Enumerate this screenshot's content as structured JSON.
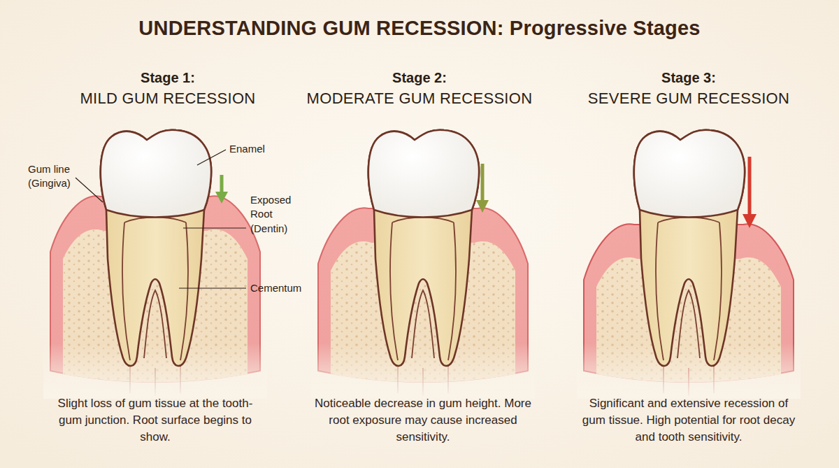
{
  "diagram": {
    "title": "UNDERSTANDING GUM RECESSION: Progressive Stages",
    "labels": [
      "Stage 1:",
      "MILD GUM RECESSION",
      "Enamel",
      "Gum line (Gingiva)",
      "Exposed Root (Dentin)",
      "Cementum",
      "Slight loss of gum tissue at the tooth-gum junction. Root surface begins to show.",
      "Stage 2:",
      "MODERATE GUM RECESSION",
      "Noticeable decrease in gum height. More root exposure may cause increased sensitivity.",
      "Stage 3:",
      "SEVERE GUM RECESSION",
      "Significant and extensive recession of gum tissue. High potential for root decay and tooth sensitivity."
    ]
  }
}
